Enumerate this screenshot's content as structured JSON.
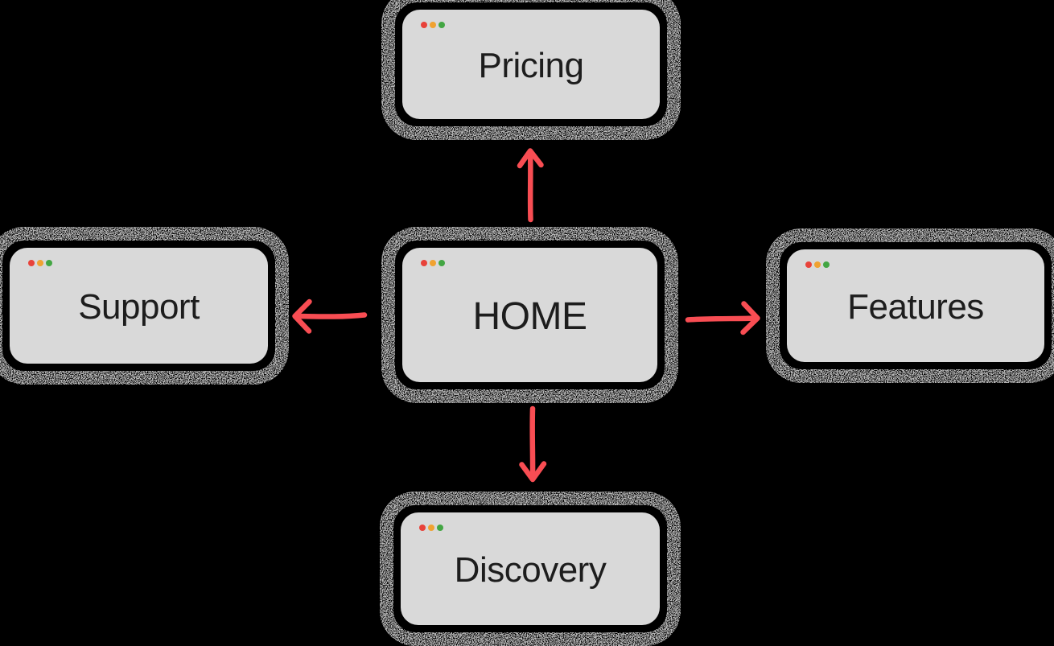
{
  "diagram": {
    "type": "sitemap-flowchart",
    "nodes": {
      "home": {
        "label": "HOME"
      },
      "pricing": {
        "label": "Pricing"
      },
      "support": {
        "label": "Support"
      },
      "features": {
        "label": "Features"
      },
      "discovery": {
        "label": "Discovery"
      }
    },
    "edges": [
      {
        "from": "home",
        "to": "pricing",
        "direction": "up"
      },
      {
        "from": "home",
        "to": "features",
        "direction": "right"
      },
      {
        "from": "home",
        "to": "discovery",
        "direction": "down"
      },
      {
        "from": "home",
        "to": "support",
        "direction": "left"
      }
    ],
    "icons": {
      "window_controls": [
        "window-dot-red-icon",
        "window-dot-orange-icon",
        "window-dot-green-icon"
      ]
    },
    "colors": {
      "background": "#000000",
      "box_fill": "#d9d9d9",
      "label_text": "#1d1d1d",
      "arrow": "#f84d53",
      "dot_red": "#e8423a",
      "dot_orange": "#f0a231",
      "dot_green": "#43a643"
    }
  }
}
